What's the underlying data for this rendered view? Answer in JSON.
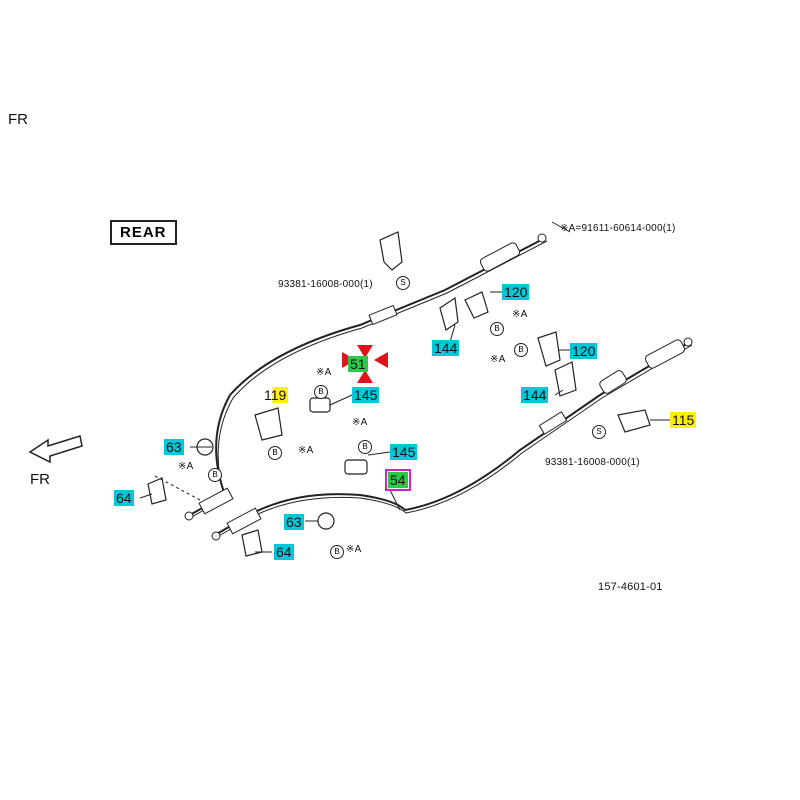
{
  "labels": {
    "fr_top": "FR",
    "fr_arrow": "FR",
    "rear": "REAR",
    "spec_a": "※A=91611-60614-000(1)",
    "clamp_top": "93381-16008-000(1)",
    "clamp_right": "93381-16008-000(1)",
    "drawing_no": "157-4601-01",
    "mark_a": "※A",
    "mark_s": "S",
    "mark_b": "B"
  },
  "parts": {
    "p120a": "120",
    "p120b": "120",
    "p144a": "144",
    "p144b": "144",
    "p51": "51",
    "p145a": "145",
    "p145b": "145",
    "p119": "119",
    "p115": "115",
    "p63a": "63",
    "p63b": "63",
    "p64a": "64",
    "p64b": "64",
    "p54": "54"
  },
  "colors": {
    "cyan": "#00c8d8",
    "yellow": "#fff200",
    "green": "#2cc84a",
    "red_marker": "#e0141e",
    "magenta_box": "#d020c8"
  }
}
